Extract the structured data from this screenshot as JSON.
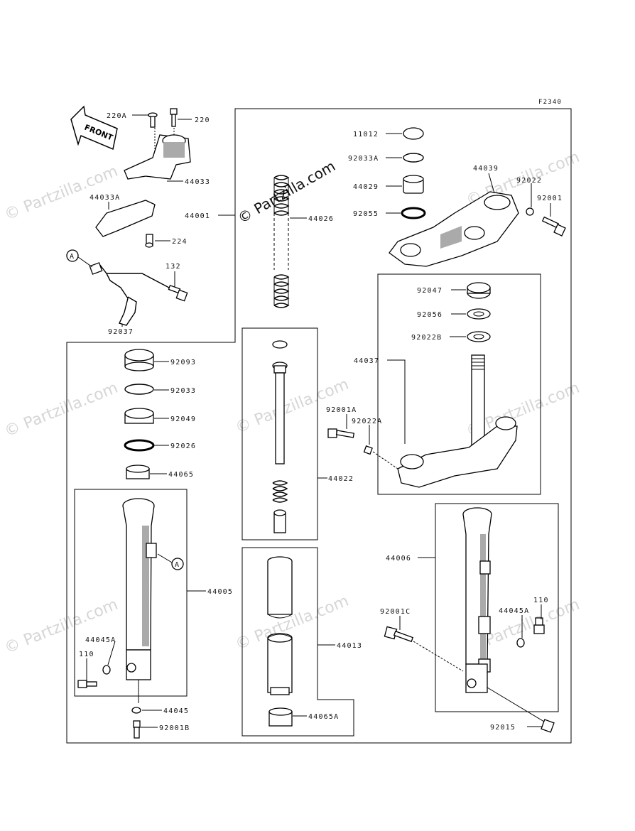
{
  "figure_code": "F2340",
  "watermark": "© Partzilla.com",
  "front_arrow": "FRONT",
  "callouts": {
    "A_top": "A",
    "A_tube": "A"
  },
  "labels": {
    "p220A": "220A",
    "p220": "220",
    "p44033": "44033",
    "p44033A": "44033A",
    "p224": "224",
    "p132": "132",
    "p92037": "92037",
    "p44001": "44001",
    "p44026": "44026",
    "p11012": "11012",
    "p92033A": "92033A",
    "p44029": "44029",
    "p92055": "92055",
    "p44039": "44039",
    "p92022": "92022",
    "p92001": "92001",
    "p92047": "92047",
    "p92056": "92056",
    "p92022B": "92022B",
    "p44037": "44037",
    "p92001A": "92001A",
    "p92022A": "92022A",
    "p92093": "92093",
    "p92033": "92033",
    "p92049": "92049",
    "p92026": "92026",
    "p44065": "44065",
    "p44022": "44022",
    "p44005": "44005",
    "p44045A_l": "44045A",
    "p110_l": "110",
    "p44045": "44045",
    "p92001B": "92001B",
    "p44013": "44013",
    "p44065A": "44065A",
    "p44006": "44006",
    "p92001C": "92001C",
    "p110_r": "110",
    "p44045A_r": "44045A",
    "p92015": "92015"
  }
}
